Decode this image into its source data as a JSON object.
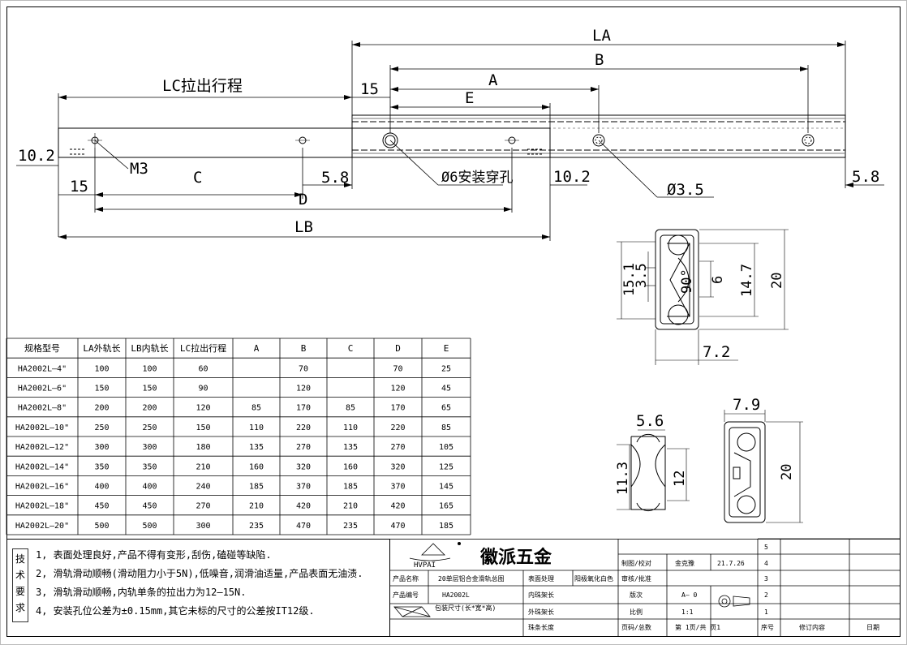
{
  "drawing": {
    "labels": {
      "LA": "LA",
      "B": "B",
      "A": "A",
      "E": "E",
      "lc_stroke": "LC拉出行程",
      "d15_top": "15",
      "d10_2_left": "10.2",
      "d15_left": "15",
      "m3": "M3",
      "C": "C",
      "d5_8_left": "5.8",
      "D": "D",
      "LB": "LB",
      "hole6": "Ø6安装穿孔",
      "d10_2_mid": "10.2",
      "hole35": "Ø3.5",
      "d5_8_right": "5.8"
    },
    "section_main": {
      "h15_1": "15.1",
      "h3_5": "3.5",
      "a90": "90°",
      "h6": "6",
      "h14_7": "14.7",
      "h20": "20",
      "w7_2": "7.2"
    },
    "section_inner": {
      "w5_6": "5.6",
      "h11_3": "11.3",
      "h12": "12"
    },
    "section_outer": {
      "w7_9": "7.9",
      "h20": "20"
    }
  },
  "spec_table": {
    "headers": [
      "规格型号",
      "LA外轨长",
      "LB内轨长",
      "LC拉出行程",
      "A",
      "B",
      "C",
      "D",
      "E"
    ],
    "rows": [
      [
        "HA2002L—4\"",
        "100",
        "100",
        "60",
        "",
        "70",
        "",
        "70",
        "25"
      ],
      [
        "HA2002L—6\"",
        "150",
        "150",
        "90",
        "",
        "120",
        "",
        "120",
        "45"
      ],
      [
        "HA2002L—8\"",
        "200",
        "200",
        "120",
        "85",
        "170",
        "85",
        "170",
        "65"
      ],
      [
        "HA2002L—10\"",
        "250",
        "250",
        "150",
        "110",
        "220",
        "110",
        "220",
        "85"
      ],
      [
        "HA2002L—12\"",
        "300",
        "300",
        "180",
        "135",
        "270",
        "135",
        "270",
        "105"
      ],
      [
        "HA2002L—14\"",
        "350",
        "350",
        "210",
        "160",
        "320",
        "160",
        "320",
        "125"
      ],
      [
        "HA2002L—16\"",
        "400",
        "400",
        "240",
        "185",
        "370",
        "185",
        "370",
        "145"
      ],
      [
        "HA2002L—18\"",
        "450",
        "450",
        "270",
        "210",
        "420",
        "210",
        "420",
        "165"
      ],
      [
        "HA2002L—20\"",
        "500",
        "500",
        "300",
        "235",
        "470",
        "235",
        "470",
        "185"
      ]
    ]
  },
  "requirements": {
    "title_chars": [
      "技",
      "术",
      "要",
      "求"
    ],
    "items": [
      "1, 表面处理良好,产品不得有变形,刮伤,磕碰等缺陷.",
      "2, 滑轨滑动顺畅(滑动阻力小于5N),低噪音,润滑油适量,产品表面无油渍.",
      "3, 滑轨滑动顺畅,内轨单条的拉出力为12—15N.",
      "4, 安装孔位公差为±0.15mm,其它未标的尺寸的公差按IT12级."
    ]
  },
  "title_block": {
    "logo_text": "HVPAI",
    "company": "徽派五金",
    "product_name_label": "产品名称",
    "product_name": "20单层铝合金滑轨总图",
    "surface_label": "表面处理",
    "surface_value": "阳极氧化白色",
    "product_code_label": "产品编号",
    "product_code": "HA2002L",
    "inner_rack_label": "内珠架长",
    "package_label": "包装尺寸(长*宽*高)",
    "outer_rack_label": "外珠架长",
    "ball_bar_label": "珠条长度",
    "drawn_label": "制图/校对",
    "drawn_by": "金克豫",
    "drawn_date": "21.7.26",
    "review_label": "审核/批准",
    "version_label": "版次",
    "version_value": "A— 0",
    "scale_label": "比例",
    "scale_value": "1:1",
    "page_label": "页码/总数",
    "page_value": "第 1页/共 页1",
    "rev_nums": [
      "5",
      "4",
      "3",
      "2",
      "1"
    ],
    "seq_label": "序号",
    "rev_label": "修订内容",
    "date_label": "日期"
  }
}
